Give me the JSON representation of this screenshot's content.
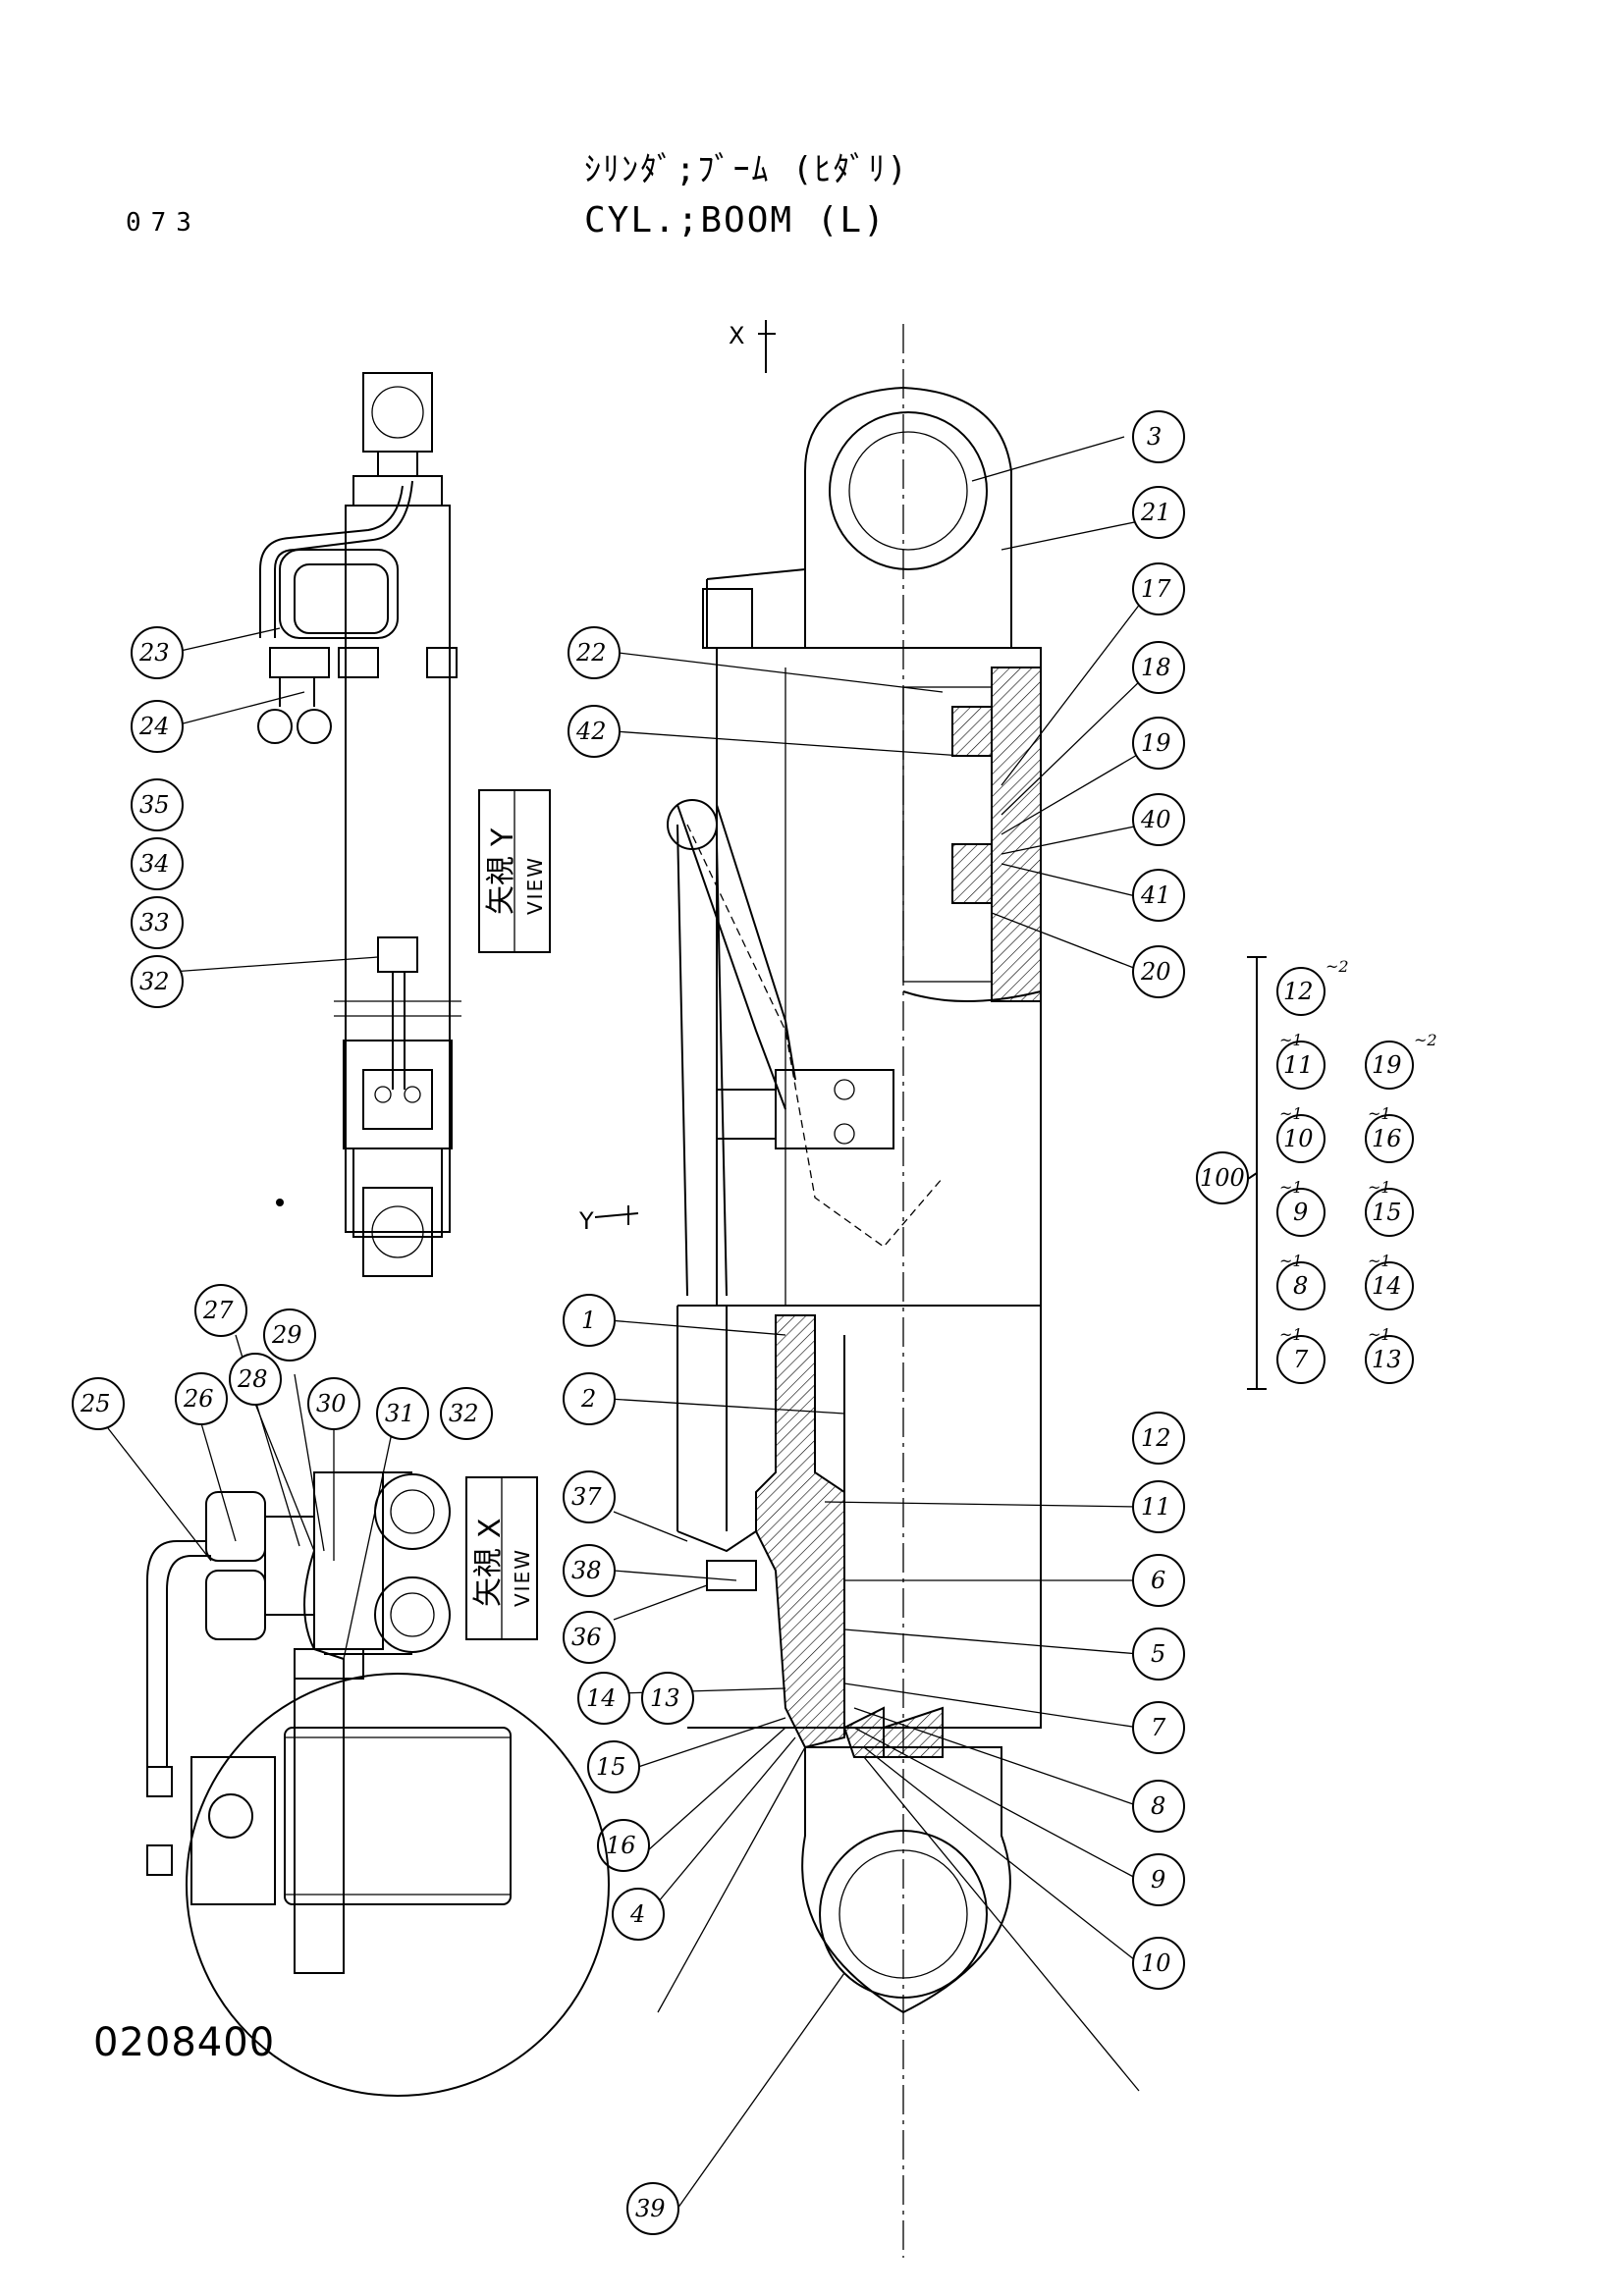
{
  "header": {
    "page_number": "073",
    "title_jp": "ｼﾘﾝﾀﾞ;ﾌﾞｰﾑ (ﾋﾀﾞﾘ)",
    "title_en": "CYL.;BOOM (L)"
  },
  "footer": {
    "drawing_number": "0208400"
  },
  "views": {
    "view_y": {
      "jp": "矢視",
      "letter": "Y",
      "en": "VIEW"
    },
    "view_x": {
      "jp": "矢視",
      "letter": "X",
      "en": "VIEW"
    },
    "section_marks": {
      "x": "X",
      "y": "Y"
    }
  },
  "part_callouts": {
    "main": [
      "3",
      "21",
      "17",
      "18",
      "19",
      "40",
      "41",
      "20",
      "22",
      "42",
      "1",
      "2",
      "37",
      "38",
      "36",
      "14",
      "13",
      "15",
      "16",
      "4",
      "11",
      "12",
      "6",
      "5",
      "7",
      "8",
      "9",
      "10",
      "39"
    ],
    "view_y": [
      "23",
      "24",
      "35",
      "34",
      "33",
      "32"
    ],
    "view_x": [
      "25",
      "26",
      "27",
      "28",
      "29",
      "30",
      "31",
      "32"
    ]
  },
  "repair_kit": {
    "number": "100",
    "row1": [
      {
        "part": "7",
        "sub": "~1"
      },
      {
        "part": "8",
        "sub": "~1"
      },
      {
        "part": "9",
        "sub": "~1"
      },
      {
        "part": "10",
        "sub": "~1"
      },
      {
        "part": "11",
        "sub": "~1"
      },
      {
        "part": "12",
        "sub": "~2"
      }
    ],
    "row2": [
      {
        "part": "13",
        "sub": "~1"
      },
      {
        "part": "14",
        "sub": "~1"
      },
      {
        "part": "15",
        "sub": "~1"
      },
      {
        "part": "16",
        "sub": "~1"
      },
      {
        "part": "19",
        "sub": "~2"
      }
    ]
  }
}
